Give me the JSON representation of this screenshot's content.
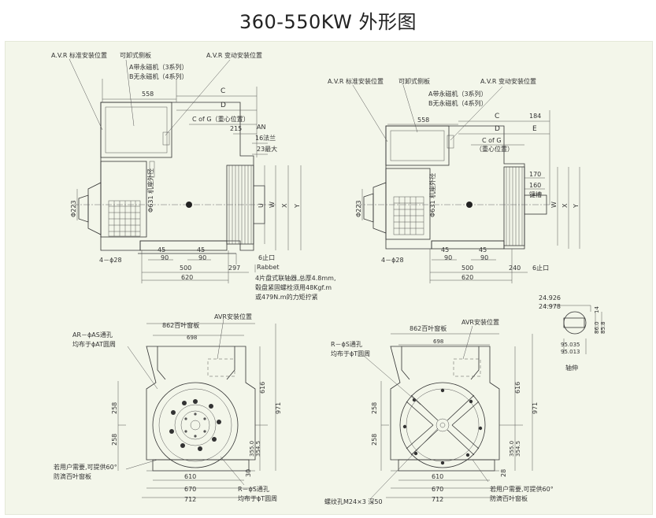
{
  "title": "360-550KW  外形图",
  "side_view_left": {
    "avr_std": "A.V.R 标准安装位置",
    "side_panel": "可卸式侧板",
    "avr_alt": "A.V.R 变动安装位置",
    "series_a": "A带永磁机（3系列）",
    "series_b": "B无永磁机（4系列）",
    "dim_558": "558",
    "dim_c": "C",
    "dim_d": "D",
    "cog": "C of G（重心位置）",
    "dim_215": "215",
    "dim_an": "AN",
    "flange16": "16法兰",
    "max23": "23最大",
    "dia223": "Φ223",
    "dia631": "Φ631 机座外径",
    "dim_u": "U",
    "dim_w": "W",
    "dim_x": "X",
    "dim_y": "Y",
    "d45a": "45",
    "d90a": "90",
    "d45b": "45",
    "d90b": "90",
    "hole": "4－ϕ28",
    "dim_500": "500",
    "dim_620": "620",
    "dim_297": "297",
    "rabbet1": "6止口",
    "rabbet2": "Rabbet",
    "note1": "4片盘式联轴器,总厚4.8mm,",
    "note2": "毂盘紧固螺栓须用48Kgf.m",
    "note3": "或479N.m的力矩拧紧"
  },
  "side_view_right": {
    "avr_std": "A.V.R 标准安装位置",
    "side_panel": "可卸式侧板",
    "avr_alt": "A.V.R 变动安装位置",
    "series_a": "A带永磁机（3系列）",
    "series_b": "B无永磁机（4系列）",
    "dim_558": "558",
    "dim_c": "C",
    "dim_184": "184",
    "dim_d": "D",
    "dim_e": "E",
    "cog1": "C of G",
    "cog2": "（重心位置）",
    "dim_170": "170",
    "dim_160": "160",
    "key": "键槽",
    "dia223": "Φ223",
    "dia631": "Φ631 机座外径",
    "dim_w": "W",
    "dim_x": "X",
    "dim_y": "Y",
    "d45a": "45",
    "d90a": "90",
    "d45b": "45",
    "d90b": "90",
    "hole": "4－ϕ28",
    "dim_500": "500",
    "dim_620": "620",
    "dim_240": "240",
    "rabbet": "6止口"
  },
  "shaft": {
    "d1": "24.926",
    "d2": "24.978",
    "d3": "14",
    "d4": "86.0",
    "d5": "85.8",
    "d6": "95.035",
    "d7": "95.013",
    "label": "轴伸"
  },
  "end_view_left": {
    "louver": "862百叶窗板",
    "avr": "AVR安装位置",
    "hole_ar1": "AR－ϕAS通孔",
    "hole_ar2": "均布于ϕAT圆周",
    "dim_698": "698",
    "dim_616": "616",
    "dim_971": "971",
    "dim_258a": "258",
    "dim_258b": "258",
    "dim_355": "355.0",
    "dim_354": "354.5",
    "dim_30": "30",
    "dim_610": "610",
    "dim_670": "670",
    "dim_712": "712",
    "opt1": "若用户需要,可提供60°",
    "opt2": "防滴百叶窗板",
    "hole_r1": "R－ϕS通孔",
    "hole_r2": "均布于ϕT圆周"
  },
  "end_view_right": {
    "louver": "862百叶窗板",
    "avr": "AVR安装位置",
    "hole_r1": "R－ϕS通孔",
    "hole_r2": "均布于ϕT圆周",
    "dim_698": "698",
    "dim_616": "616",
    "dim_971": "971",
    "dim_258a": "258",
    "dim_258b": "258",
    "dim_355": "355.0",
    "dim_354": "354.5",
    "dim_28": "28",
    "dim_610": "610",
    "dim_670": "670",
    "dim_712": "712",
    "thread": "螺纹孔M24×3 深50",
    "opt1": "若用户需要,可提供60°",
    "opt2": "防滴百叶窗板"
  }
}
